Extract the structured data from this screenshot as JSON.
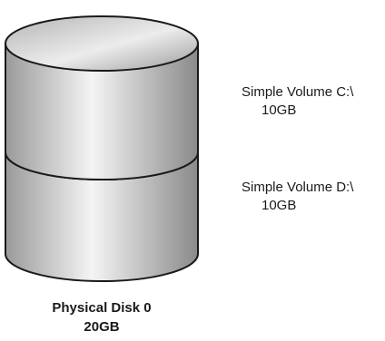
{
  "diagram": {
    "disk": {
      "name": "Physical Disk 0",
      "size": "20GB"
    },
    "volumes": [
      {
        "name": "Simple Volume C:\\",
        "size": "10GB"
      },
      {
        "name": "Simple Volume D:\\",
        "size": "10GB"
      }
    ],
    "colors": {
      "outline": "#1a1a1a",
      "body_light": "#f2f2f2",
      "body_dark": "#8c8c8c",
      "top_light": "#ededed",
      "top_dark": "#a0a0a0",
      "text": "#1a1a1a"
    }
  }
}
